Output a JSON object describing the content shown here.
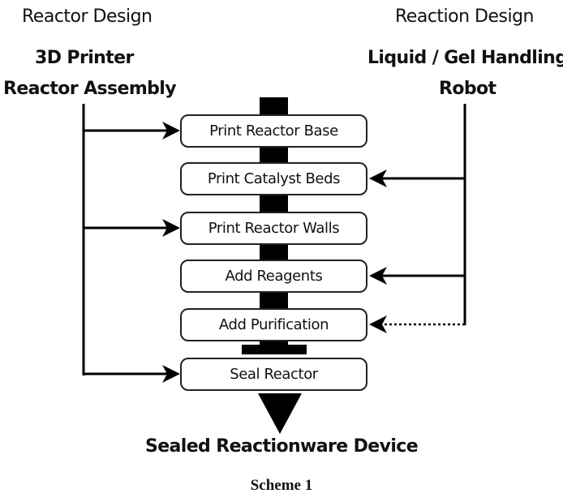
{
  "left": {
    "header": "Reactor Design",
    "tool_line1": "3D Printer",
    "tool_line2": "Reactor Assembly"
  },
  "right": {
    "header": "Reaction Design",
    "tool_line1": "Liquid / Gel Handling",
    "tool_line2": "Robot"
  },
  "steps": [
    {
      "label": "Print Reactor Base",
      "input_from": "left",
      "line_style": "solid"
    },
    {
      "label": "Print Catalyst Beds",
      "input_from": "right",
      "line_style": "solid"
    },
    {
      "label": "Print Reactor Walls",
      "input_from": "left",
      "line_style": "solid"
    },
    {
      "label": "Add Reagents",
      "input_from": "right",
      "line_style": "solid"
    },
    {
      "label": "Add Purification",
      "input_from": "right",
      "line_style": "dotted"
    },
    {
      "label": "Seal Reactor",
      "input_from": "left",
      "line_style": "solid"
    }
  ],
  "output": "Sealed Reactionware Device",
  "caption": "Scheme 1"
}
